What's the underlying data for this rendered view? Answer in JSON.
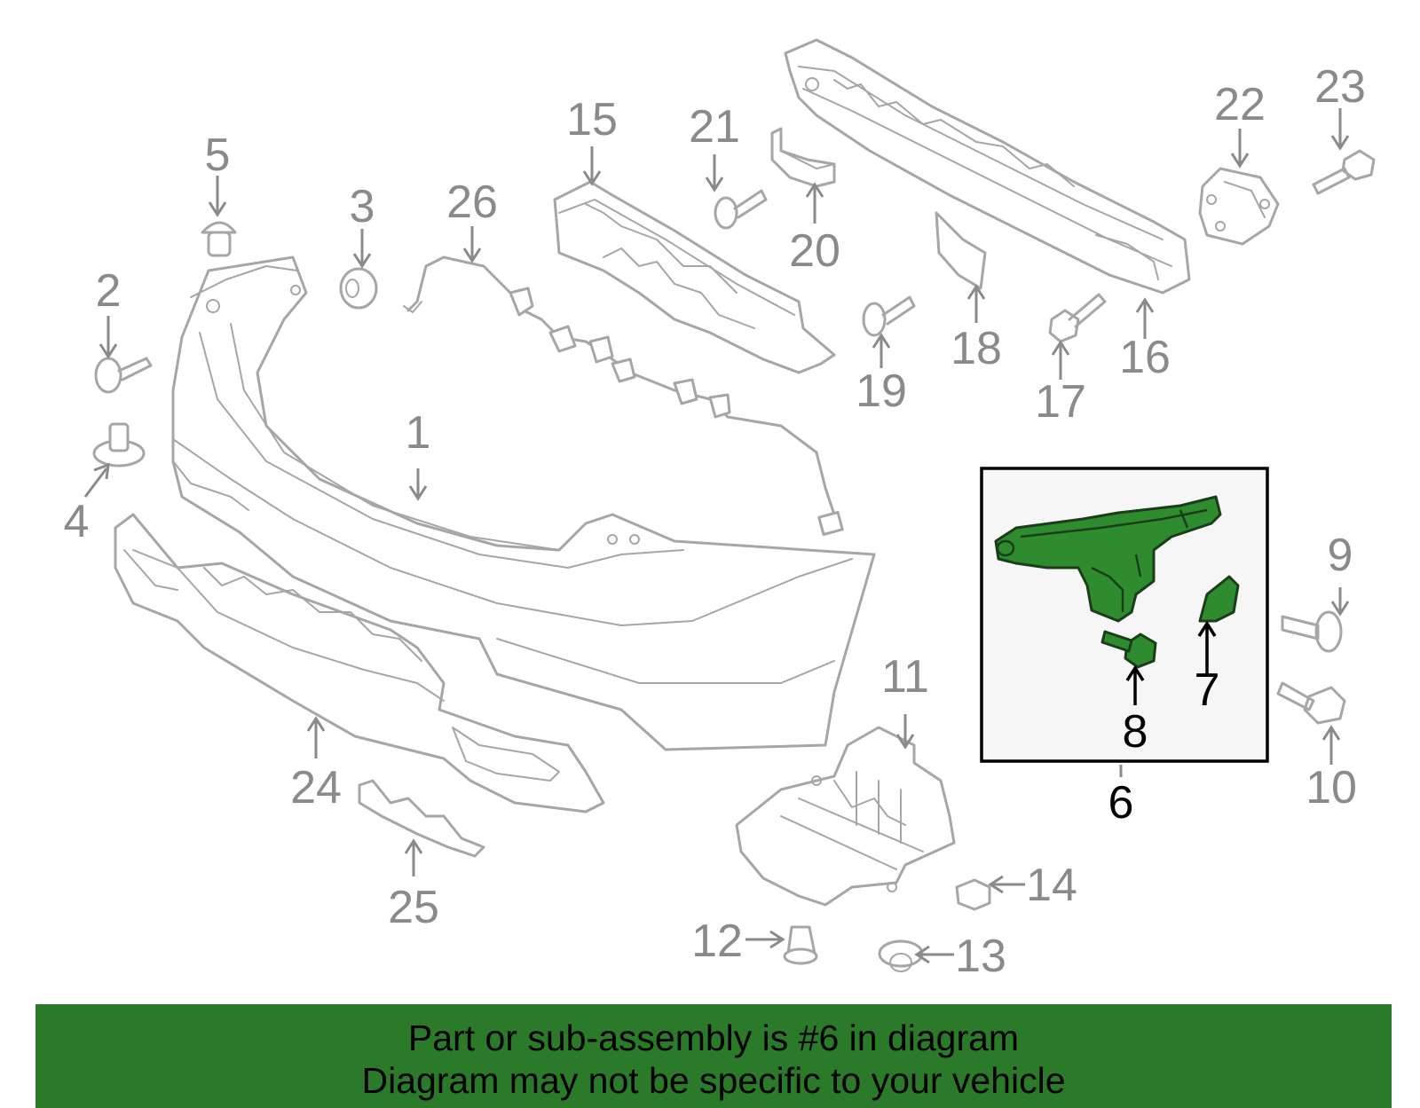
{
  "callouts": [
    "1",
    "2",
    "3",
    "4",
    "5",
    "6",
    "7",
    "8",
    "9",
    "10",
    "11",
    "12",
    "13",
    "14",
    "15",
    "16",
    "17",
    "18",
    "19",
    "20",
    "21",
    "22",
    "23",
    "24",
    "25",
    "26"
  ],
  "highlighted_part": "6",
  "colors": {
    "highlight": "#2e8b2e",
    "banner": "#2a7a2a",
    "line_art": "#a6a6a6"
  },
  "banner": {
    "line1": "Part or sub-assembly is #6 in diagram",
    "line2": "Diagram may not be specific to your vehicle"
  }
}
